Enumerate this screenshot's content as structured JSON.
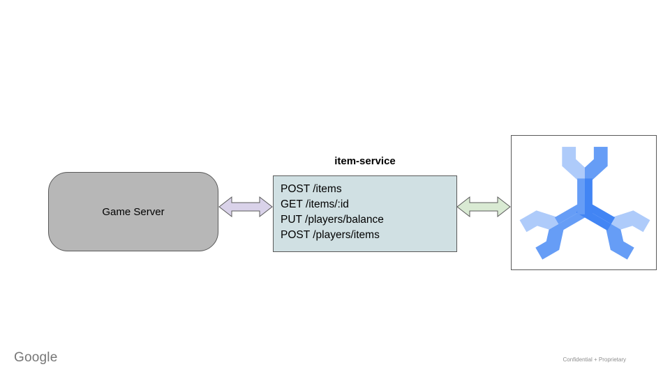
{
  "diagram": {
    "game_server": {
      "label": "Game Server",
      "fill": "#b7b7b7",
      "border": "#595959"
    },
    "item_service": {
      "title": "item-service",
      "fill": "#d0e0e3",
      "border": "#595959",
      "endpoints": [
        "POST /items",
        "GET /items/:id",
        "PUT /players/balance",
        "POST /players/items"
      ]
    },
    "arrows": {
      "left": {
        "fill": "#d9d2e9",
        "stroke": "#595959"
      },
      "right": {
        "fill": "#d9ead3",
        "stroke": "#595959"
      }
    },
    "spanner": {
      "light": "#aecbfa",
      "medium": "#669df6",
      "dark": "#4285f4"
    }
  },
  "footer": {
    "logo_text": "Google",
    "confidential_text": "Confidential + Proprietary"
  }
}
